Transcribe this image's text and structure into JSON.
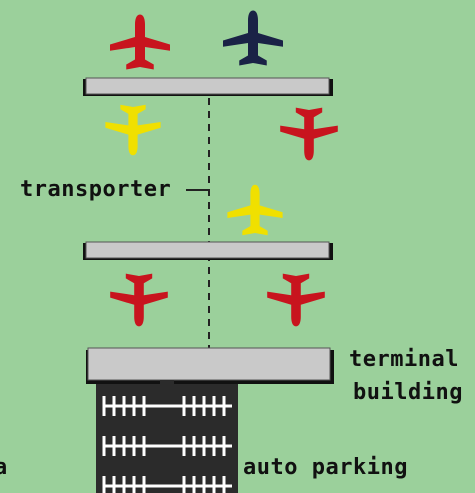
{
  "labels": {
    "transporter": "transporter",
    "terminal_line1": "terminal",
    "terminal_line2": "building",
    "auto_parking": "auto parking",
    "cut_left": "a"
  },
  "colors": {
    "background": "#9bd09b",
    "concourse_fill": "#c9c9c9",
    "concourse_edge": "#111111",
    "plane_red": "#c8141e",
    "plane_navy": "#1a2246",
    "plane_yellow": "#f0e000",
    "parking_lot": "#2b2b2b",
    "parking_lines": "#ffffff"
  },
  "planes": [
    {
      "name": "top-left",
      "color": "red"
    },
    {
      "name": "top-right",
      "color": "navy"
    },
    {
      "name": "mid-left",
      "color": "yellow"
    },
    {
      "name": "mid-right",
      "color": "red"
    },
    {
      "name": "near-transporter",
      "color": "yellow"
    },
    {
      "name": "lower-left",
      "color": "red"
    },
    {
      "name": "lower-right",
      "color": "red"
    }
  ]
}
